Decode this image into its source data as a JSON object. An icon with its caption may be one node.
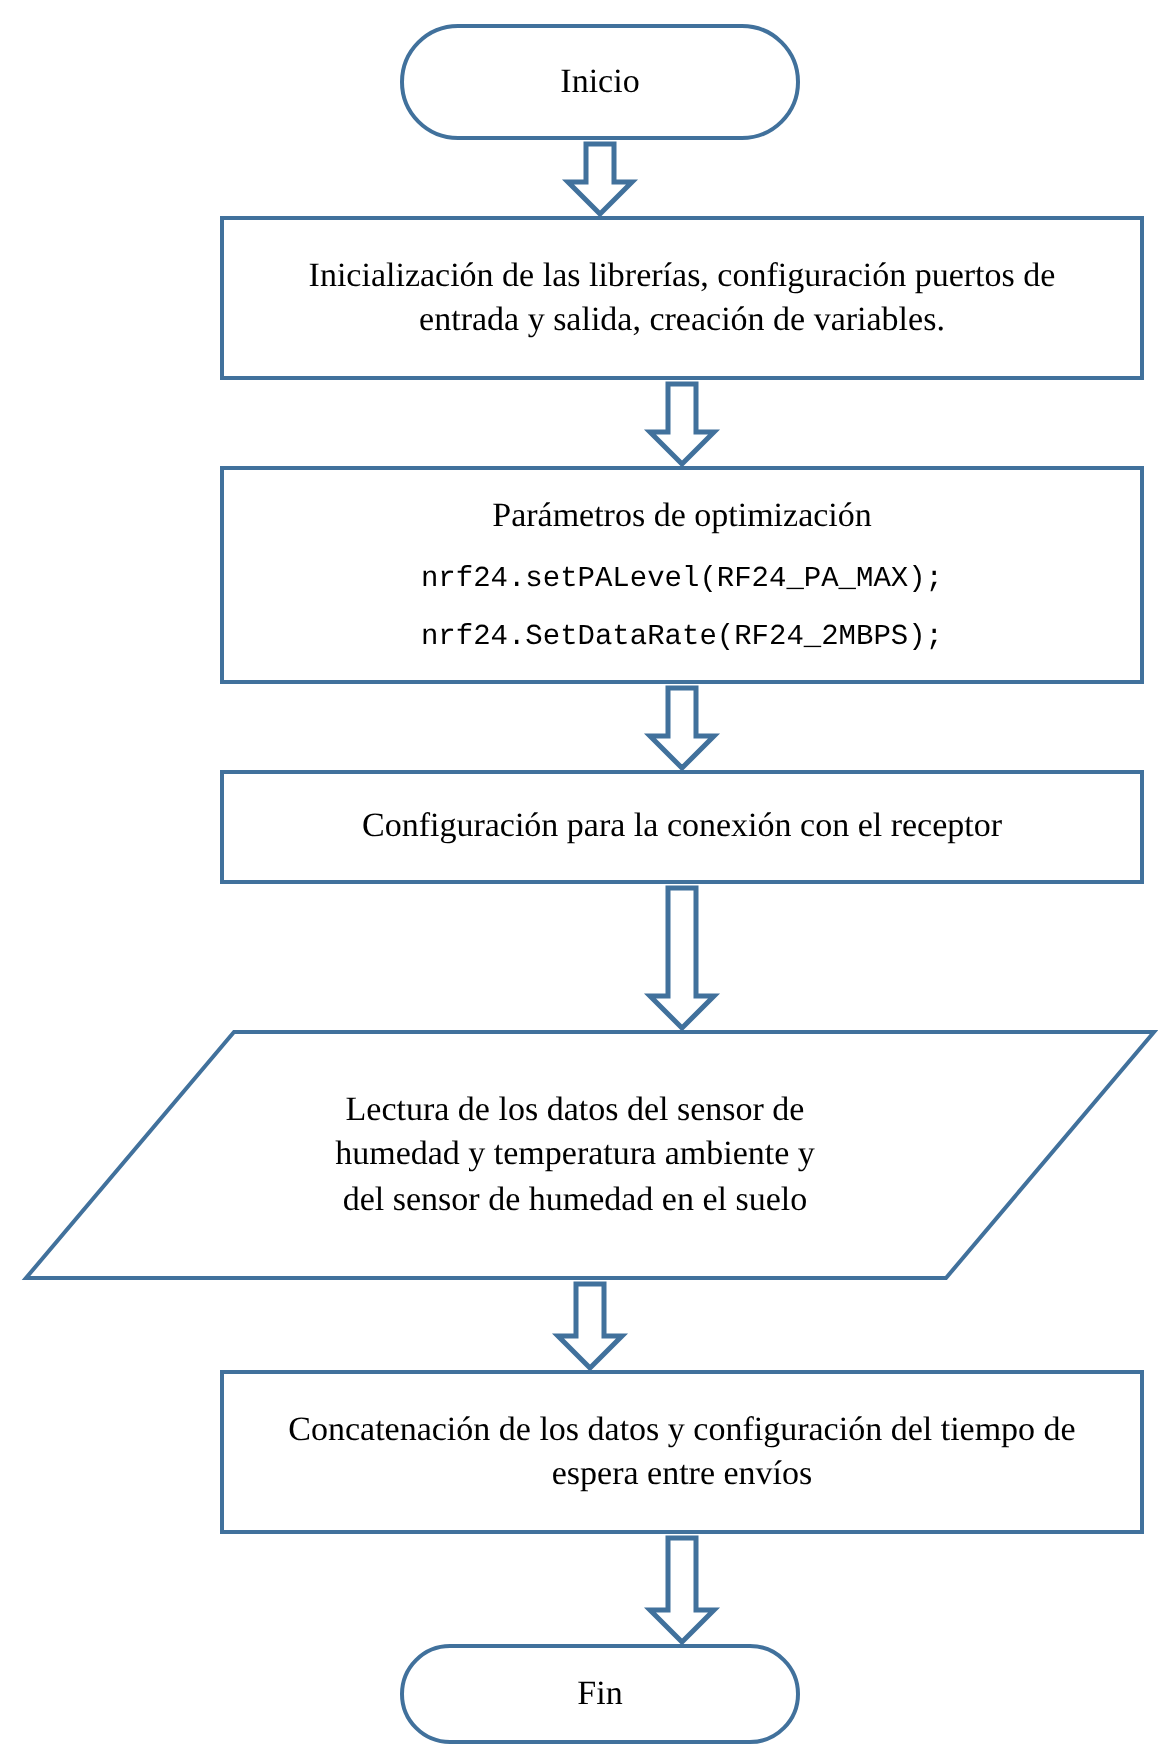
{
  "diagram": {
    "nodes": [
      {
        "text": [
          "Inicio"
        ]
      },
      {
        "text": [
          "Inicialización de las librerías, configuración puertos de entrada y salida, creación de variables."
        ]
      },
      {
        "text": [
          "Parámetros de optimización",
          "nrf24.setPALevel(RF24_PA_MAX);",
          "nrf24.SetDataRate(RF24_2MBPS);"
        ]
      },
      {
        "text": [
          "Configuración para la conexión con el receptor"
        ]
      },
      {
        "text": [
          "Lectura de los datos del sensor de humedad y temperatura ambiente y del sensor de humedad en el suelo"
        ]
      },
      {
        "text": [
          "Concatenación de los datos y configuración del tiempo de espera entre envíos"
        ]
      },
      {
        "text": [
          "Fin"
        ]
      }
    ],
    "edges": [
      {
        "from": 0,
        "to": 1,
        "arrow": "to"
      },
      {
        "from": 1,
        "to": 2,
        "arrow": "to"
      },
      {
        "from": 2,
        "to": 3,
        "arrow": "to"
      },
      {
        "from": 3,
        "to": 4,
        "arrow": "to"
      },
      {
        "from": 4,
        "to": 5,
        "arrow": "to"
      },
      {
        "from": 5,
        "to": 6,
        "arrow": "to"
      }
    ]
  }
}
